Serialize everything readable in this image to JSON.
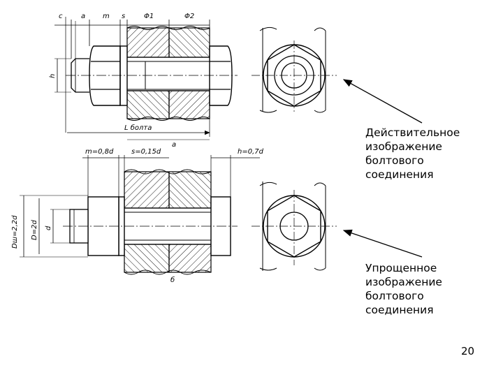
{
  "captions": {
    "actual": [
      "Действительное",
      "изображение",
      "болтового",
      "соединения"
    ],
    "simplified": [
      "Упрощенное",
      "изображение",
      "болтового",
      "соединения"
    ]
  },
  "page_number": "20",
  "top_view_labels": {
    "c": "c",
    "a": "a",
    "m": "m",
    "s": "s",
    "phi1": "Φ1",
    "phi2": "Φ2",
    "side_h": "h",
    "bolt_length": "L болта",
    "bottom_a": "a"
  },
  "bottom_view_labels": {
    "m_formula": "m=0,8d",
    "s_formula": "s=0,15d",
    "h_formula": "h=0,7d",
    "dw": "Dш=2,2d",
    "d_outer": "D=2d",
    "d": "d",
    "bottom_b": "б"
  },
  "colors": {
    "line": "#000000",
    "background": "#ffffff"
  }
}
